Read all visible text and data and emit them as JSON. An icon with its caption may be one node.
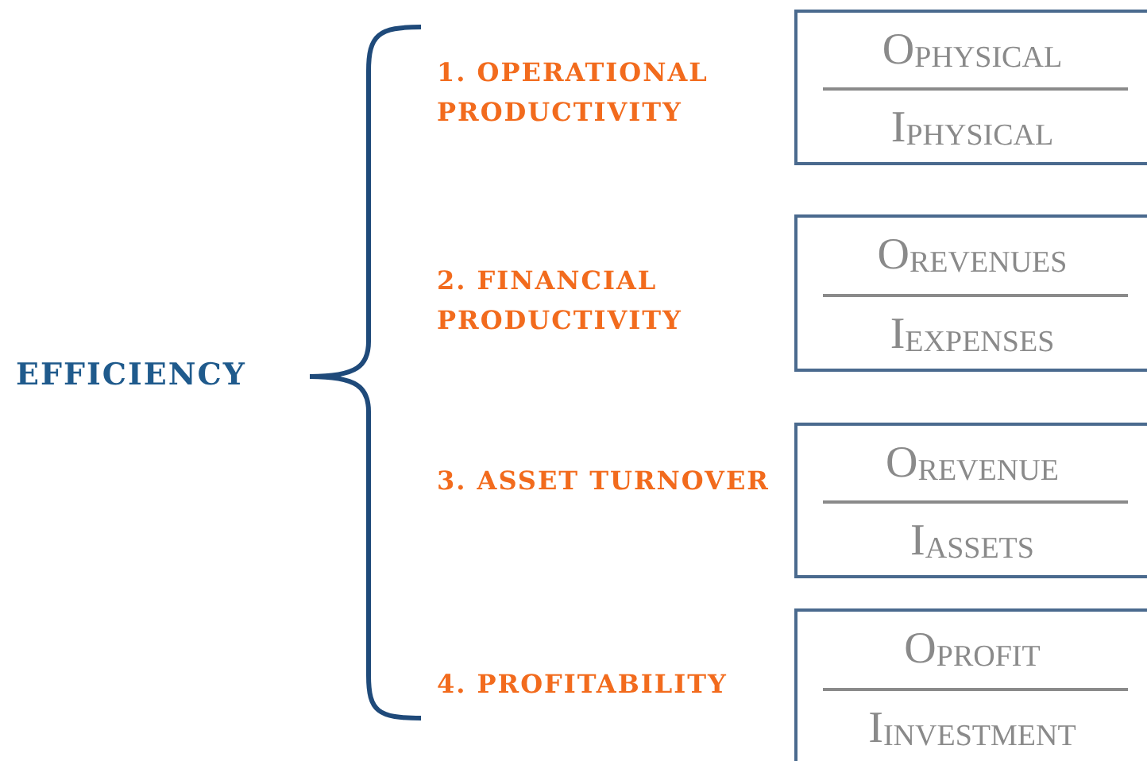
{
  "diagram": {
    "nodes": [
      {
        "text": [
          "O$_{PHYSICAL}$",
          "I$_{PHYSICAL}$"
        ]
      },
      {
        "text": [
          "O$_{REVENUES}$",
          "I$_{EXPENSES}$"
        ]
      },
      {
        "text": [
          "O$_{REVENUE}$",
          "I$_{ASSETS}$"
        ]
      },
      {
        "text": [
          "O$_{PROFIT}$",
          "I$_{INVESTMENT}$"
        ]
      }
    ],
    "labels": [
      "EFFICIENCY",
      "1. OPERATIONAL PRODUCTIVITY",
      "2. FINANCIAL PRODUCTIVITY",
      "3. ASSET TURNOVER",
      "4. PROFITABILITY"
    ]
  }
}
